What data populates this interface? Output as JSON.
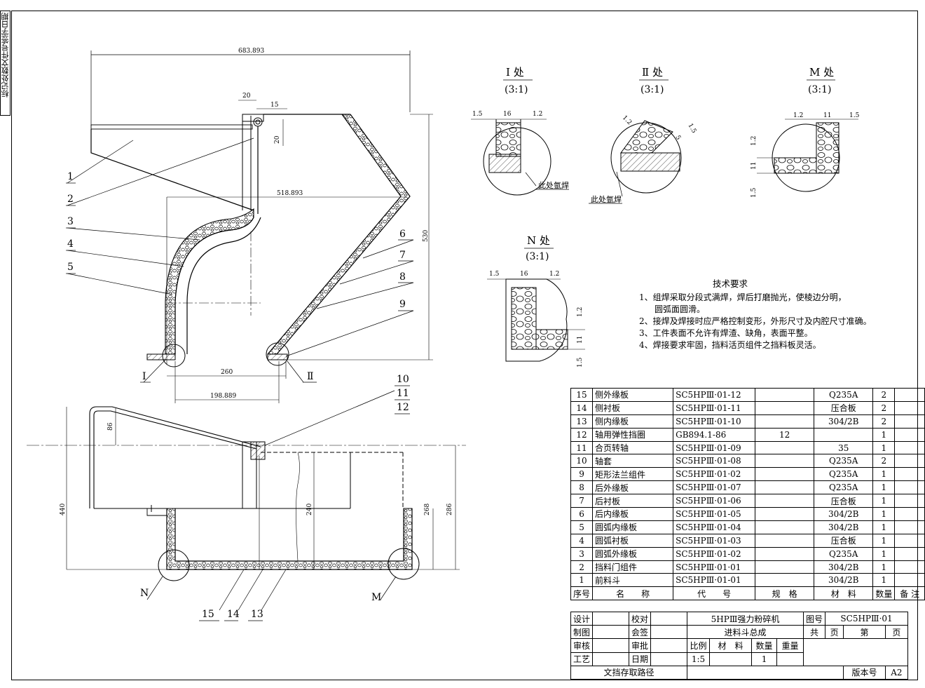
{
  "side_strip": "标记处数文件号签字日期",
  "detail_views": [
    {
      "title": "I 处",
      "scale": "(3:1)",
      "dims": [
        "1.5",
        "16",
        "1.2"
      ],
      "note": "此处氩焊"
    },
    {
      "title": "Ⅱ 处",
      "scale": "(3:1)",
      "dims": [
        "1.2",
        "1.5",
        "5"
      ],
      "note": "此处氩焊"
    },
    {
      "title": "M 处",
      "scale": "(3:1)",
      "dims": [
        "1.2",
        "11",
        "1.5",
        "1.2",
        "11",
        "1.5"
      ]
    },
    {
      "title": "N 处",
      "scale": "(3:1)",
      "dims": [
        "1.5",
        "16",
        "1.2",
        "1.2",
        "11",
        "1.5"
      ]
    }
  ],
  "front_view": {
    "dims": [
      "683.893",
      "20",
      "15",
      "20",
      "518.893",
      "530",
      "260",
      "198.889"
    ],
    "callouts": [
      "1",
      "2",
      "3",
      "4",
      "5",
      "6",
      "7",
      "8",
      "9"
    ],
    "section_marks": [
      "I",
      "Ⅱ"
    ]
  },
  "bottom_view": {
    "dims": [
      "86",
      "440",
      "240",
      "268",
      "286"
    ],
    "callouts": [
      "10",
      "11",
      "12",
      "15",
      "14",
      "13"
    ],
    "section_marks": [
      "N",
      "M"
    ]
  },
  "tech_requirements": {
    "title": "技术要求",
    "items": [
      "1、组焊采取分段式满焊，焊后打磨抛光，使棱边分明，",
      "圆弧面圆滑。",
      "2、接焊及焊接时应严格控制变形，外形尺寸及内腔尺寸准确。",
      "3、工件表面不允许有焊渣、缺角，表面平整。",
      "4、焊接要求牢固，挡料活页组件之挡料板灵活。"
    ]
  },
  "bom": {
    "rows": [
      {
        "no": "15",
        "name": "侧外缘板",
        "code": "SC5HPⅢ·01-12",
        "spec": "",
        "material": "Q235A",
        "qty": "2",
        "note": ""
      },
      {
        "no": "14",
        "name": "侧衬板",
        "code": "SC5HPⅢ·01-11",
        "spec": "",
        "material": "压合板",
        "qty": "2",
        "note": ""
      },
      {
        "no": "13",
        "name": "侧内缘板",
        "code": "SC5HPⅢ·01-10",
        "spec": "",
        "material": "304/2B",
        "qty": "2",
        "note": ""
      },
      {
        "no": "12",
        "name": "轴用弹性挡圈",
        "code": "GB894.1-86",
        "spec": "12",
        "material": "",
        "qty": "1",
        "note": ""
      },
      {
        "no": "11",
        "name": "合页转轴",
        "code": "SC5HPⅢ·01-09",
        "spec": "",
        "material": "35",
        "qty": "1",
        "note": ""
      },
      {
        "no": "10",
        "name": "轴套",
        "code": "SC5HPⅢ·01-08",
        "spec": "",
        "material": "Q235A",
        "qty": "2",
        "note": ""
      },
      {
        "no": "9",
        "name": "矩形法兰组件",
        "code": "SC5HPⅢ·01·02",
        "spec": "",
        "material": "Q235A",
        "qty": "1",
        "note": ""
      },
      {
        "no": "8",
        "name": "后外缘板",
        "code": "SC5HPⅢ·01-07",
        "spec": "",
        "material": "Q235A",
        "qty": "1",
        "note": ""
      },
      {
        "no": "7",
        "name": "后衬板",
        "code": "SC5HPⅢ·01-06",
        "spec": "",
        "material": "压合板",
        "qty": "1",
        "note": ""
      },
      {
        "no": "6",
        "name": "后内缘板",
        "code": "SC5HPⅢ·01-05",
        "spec": "",
        "material": "304/2B",
        "qty": "1",
        "note": ""
      },
      {
        "no": "5",
        "name": "圆弧内缘板",
        "code": "SC5HPⅢ·01-04",
        "spec": "",
        "material": "304/2B",
        "qty": "1",
        "note": ""
      },
      {
        "no": "4",
        "name": "圆弧衬板",
        "code": "SC5HPⅢ·01-03",
        "spec": "",
        "material": "压合板",
        "qty": "1",
        "note": ""
      },
      {
        "no": "3",
        "name": "圆弧外缘板",
        "code": "SC5HPⅢ·01-02",
        "spec": "",
        "material": "Q235A",
        "qty": "1",
        "note": ""
      },
      {
        "no": "2",
        "name": "挡料门组件",
        "code": "SC5HPⅢ·01·01",
        "spec": "",
        "material": "304/2B",
        "qty": "1",
        "note": ""
      },
      {
        "no": "1",
        "name": "前料斗",
        "code": "SC5HPⅢ·01-01",
        "spec": "",
        "material": "304/2B",
        "qty": "1",
        "note": ""
      }
    ],
    "header": {
      "no": "序号",
      "name": "名　　称",
      "code": "代　　号",
      "spec": "规　格",
      "material": "材　料",
      "qty": "数量",
      "note": "备 注"
    }
  },
  "title_block": {
    "design": "设计",
    "check": "校对",
    "draw": "制图",
    "countersign": "会签",
    "review": "审核",
    "approve": "审批",
    "process": "工艺",
    "date": "日期",
    "product": "5HPⅢ强力粉碎机",
    "assembly": "进料斗总成",
    "drawing_no_label": "图号",
    "drawing_no": "SC5HPⅢ·01",
    "total": "共",
    "page_unit": "页",
    "sheet": "第",
    "page_unit2": "页",
    "scale_label": "比例",
    "material_label": "材　料",
    "qty_label": "数量",
    "weight_label": "重量",
    "scale": "1:5",
    "qty": "1",
    "archive_path": "文挡存取路径",
    "version_label": "版本号",
    "version": "A2"
  }
}
